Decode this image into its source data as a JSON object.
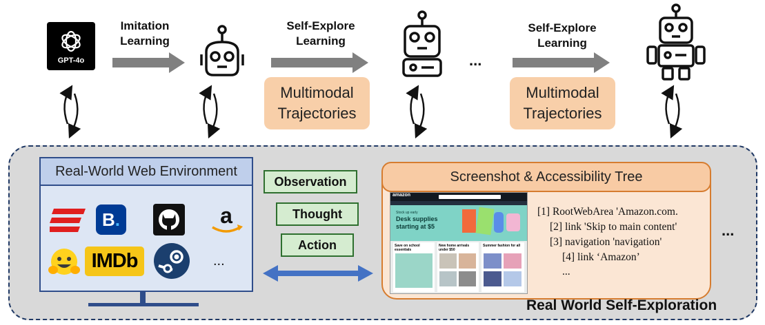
{
  "top": {
    "gpt_label": "GPT-4o",
    "imitation_label_line1": "Imitation",
    "imitation_label_line2": "Learning",
    "selfexplore1_line1": "Self-Explore",
    "selfexplore1_line2": "Learning",
    "selfexplore2_line1": "Self-Explore",
    "selfexplore2_line2": "Learning",
    "traj1_line1": "Multimodal",
    "traj1_line2": "Trajectories",
    "traj2_line1": "Multimodal",
    "traj2_line2": "Trajectories",
    "ellipsis": "..."
  },
  "bottom": {
    "web_env_title": "Real-World Web Environment",
    "site_icons": [
      "espn-icon",
      "booking-icon",
      "github-icon",
      "amazon-icon",
      "huggingface-icon",
      "imdb-icon",
      "steam-icon"
    ],
    "imdb_text": "IMDb",
    "more": "...",
    "observation": "Observation",
    "thought": "Thought",
    "action": "Action",
    "ss_title": "Screenshot & Accessibility Tree",
    "tree": [
      "[1] RootWebArea 'Amazon.com.",
      "[2] link 'Skip to main content'",
      "[3] navigation 'navigation'",
      "[4] link ‘Amazon’",
      "..."
    ],
    "right_ellipsis": "...",
    "panel_label": "Real World Self-Exploration"
  },
  "screenshot": {
    "brand": "amazon",
    "hero_line1": "Stock up early",
    "hero_line2": "Desk supplies",
    "hero_line3": "starting at $5",
    "card1": "Save on school essentials",
    "card2": "New home arrivals under $50",
    "card3": "Summer fashion for all"
  },
  "colors": {
    "arrow_gray": "#808080",
    "traj_fill": "#f8cfa9",
    "panel_border": "#1f3864",
    "action_arrow": "#4472c4"
  }
}
